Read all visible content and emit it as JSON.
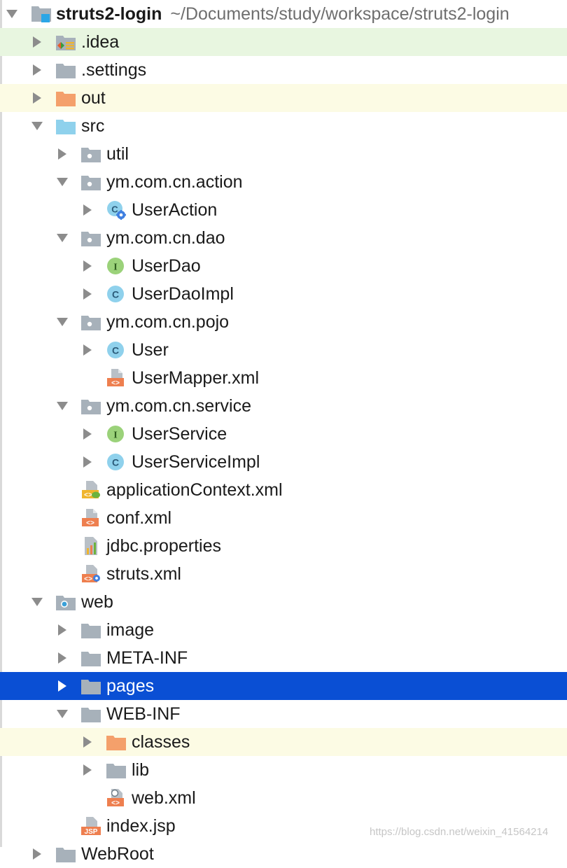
{
  "project": {
    "name": "struts2-login",
    "path": "~/Documents/study/workspace/struts2-login"
  },
  "tree": [
    {
      "label": "struts2-login",
      "level": 0,
      "arrow": "down",
      "icon": "project-module-icon",
      "root": true
    },
    {
      "label": ".idea",
      "level": 1,
      "arrow": "right",
      "icon": "idea-folder-icon",
      "highlight": "green"
    },
    {
      "label": ".settings",
      "level": 1,
      "arrow": "right",
      "icon": "folder-icon"
    },
    {
      "label": "out",
      "level": 1,
      "arrow": "right",
      "icon": "excluded-folder-icon",
      "highlight": "yellow"
    },
    {
      "label": "src",
      "level": 1,
      "arrow": "down",
      "icon": "source-folder-icon"
    },
    {
      "label": "util",
      "level": 2,
      "arrow": "right",
      "icon": "package-icon"
    },
    {
      "label": "ym.com.cn.action",
      "level": 2,
      "arrow": "down",
      "icon": "package-icon"
    },
    {
      "label": "UserAction",
      "level": 3,
      "arrow": "right",
      "icon": "spring-class-icon"
    },
    {
      "label": "ym.com.cn.dao",
      "level": 2,
      "arrow": "down",
      "icon": "package-icon"
    },
    {
      "label": "UserDao",
      "level": 3,
      "arrow": "right",
      "icon": "interface-icon"
    },
    {
      "label": "UserDaoImpl",
      "level": 3,
      "arrow": "right",
      "icon": "class-icon"
    },
    {
      "label": "ym.com.cn.pojo",
      "level": 2,
      "arrow": "down",
      "icon": "package-icon"
    },
    {
      "label": "User",
      "level": 3,
      "arrow": "right",
      "icon": "class-icon"
    },
    {
      "label": "UserMapper.xml",
      "level": 3,
      "arrow": "none",
      "icon": "xml-file-icon"
    },
    {
      "label": "ym.com.cn.service",
      "level": 2,
      "arrow": "down",
      "icon": "package-icon"
    },
    {
      "label": "UserService",
      "level": 3,
      "arrow": "right",
      "icon": "interface-icon"
    },
    {
      "label": "UserServiceImpl",
      "level": 3,
      "arrow": "right",
      "icon": "class-icon"
    },
    {
      "label": "applicationContext.xml",
      "level": 2,
      "arrow": "none",
      "icon": "spring-xml-icon"
    },
    {
      "label": "conf.xml",
      "level": 2,
      "arrow": "none",
      "icon": "xml-file-icon"
    },
    {
      "label": "jdbc.properties",
      "level": 2,
      "arrow": "none",
      "icon": "properties-file-icon"
    },
    {
      "label": "struts.xml",
      "level": 2,
      "arrow": "none",
      "icon": "struts-xml-icon"
    },
    {
      "label": "web",
      "level": 1,
      "arrow": "down",
      "icon": "web-folder-icon"
    },
    {
      "label": "image",
      "level": 2,
      "arrow": "right",
      "icon": "folder-icon"
    },
    {
      "label": "META-INF",
      "level": 2,
      "arrow": "right",
      "icon": "folder-icon"
    },
    {
      "label": "pages",
      "level": 2,
      "arrow": "right",
      "icon": "folder-icon",
      "selected": true
    },
    {
      "label": "WEB-INF",
      "level": 2,
      "arrow": "down",
      "icon": "folder-icon"
    },
    {
      "label": "classes",
      "level": 3,
      "arrow": "right",
      "icon": "excluded-folder-icon",
      "highlight": "yellow"
    },
    {
      "label": "lib",
      "level": 3,
      "arrow": "right",
      "icon": "folder-icon"
    },
    {
      "label": "web.xml",
      "level": 3,
      "arrow": "none",
      "icon": "web-xml-icon"
    },
    {
      "label": "index.jsp",
      "level": 2,
      "arrow": "none",
      "icon": "jsp-file-icon"
    },
    {
      "label": "WebRoot",
      "level": 1,
      "arrow": "right",
      "icon": "folder-icon"
    }
  ],
  "watermark": "https://blog.csdn.net/weixin_41564214",
  "colors": {
    "selection": "#0a4fd4",
    "highlight_green": "#e8f6e0",
    "highlight_yellow": "#fcfbe4",
    "folder_gray": "#a7b1ba",
    "folder_orange": "#f4a06b",
    "source_blue": "#8fd1ec",
    "class_blue": "#8fd1ec",
    "interface_green": "#9bd27a"
  }
}
